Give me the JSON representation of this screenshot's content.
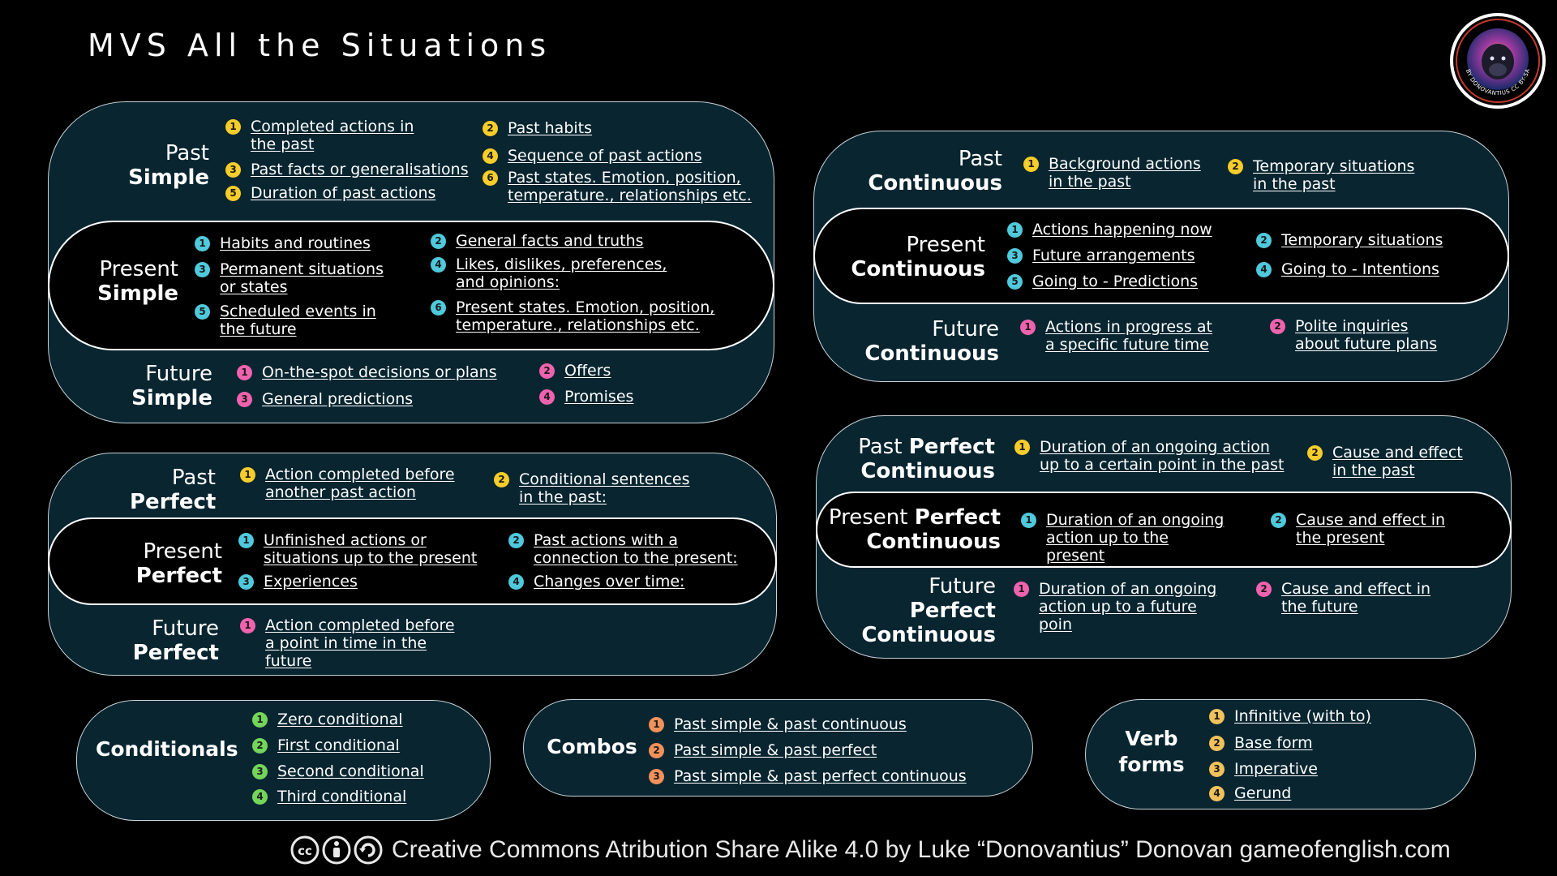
{
  "page": {
    "title": "MVS All the Situations"
  },
  "logo": {
    "text": "BY DONOVANTIUS CC BY-SA"
  },
  "colors": {
    "background": "#000000",
    "panel": "#082530",
    "yellow": "#f7cd2b",
    "cyan": "#4fc9dc",
    "pink": "#ef63ae",
    "green": "#73d65a",
    "orange": "#f2915a",
    "gold": "#f0c15c"
  },
  "simple": {
    "past": {
      "label1": "Past",
      "label2": "Simple",
      "items": [
        {
          "n": "1",
          "text": "Completed actions in the past"
        },
        {
          "n": "2",
          "text": "Past habits"
        },
        {
          "n": "3",
          "text": "Past facts or generalisations"
        },
        {
          "n": "4",
          "text": "Sequence of past actions"
        },
        {
          "n": "5",
          "text": "Duration of past actions"
        },
        {
          "n": "6",
          "text": "Past states. Emotion, position, temperature., relationships etc."
        }
      ]
    },
    "present": {
      "label1": "Present",
      "label2": "Simple",
      "items": [
        {
          "n": "1",
          "text": "Habits and routines"
        },
        {
          "n": "2",
          "text": "General facts and truths"
        },
        {
          "n": "3",
          "text": "Permanent situations or states"
        },
        {
          "n": "4",
          "text": "Likes, dislikes, preferences, and opinions:"
        },
        {
          "n": "5",
          "text": "Scheduled events in the future"
        },
        {
          "n": "6",
          "text": "Present states. Emotion, position, temperature., relationships etc."
        }
      ]
    },
    "future": {
      "label1": "Future",
      "label2": "Simple",
      "items": [
        {
          "n": "1",
          "text": " On-the-spot decisions or plans"
        },
        {
          "n": "2",
          "text": "Offers"
        },
        {
          "n": "3",
          "text": "General predictions"
        },
        {
          "n": "4",
          "text": "Promises"
        }
      ]
    }
  },
  "continuous": {
    "past": {
      "label1": "Past",
      "label2": "Continuous",
      "items": [
        {
          "n": "1",
          "text": "Background actions in the past"
        },
        {
          "n": "2",
          "text": "Temporary situations in the past"
        }
      ]
    },
    "present": {
      "label1": "Present",
      "label2": "Continuous",
      "items": [
        {
          "n": "1",
          "text": "Actions happening now"
        },
        {
          "n": "2",
          "text": "Temporary situations"
        },
        {
          "n": "3",
          "text": "Future arrangements"
        },
        {
          "n": "4",
          "text": "Going to - Intentions"
        },
        {
          "n": "5",
          "text": "Going to - Predictions"
        }
      ]
    },
    "future": {
      "label1": "Future",
      "label2": "Continuous",
      "items": [
        {
          "n": "1",
          "text": "Actions in progress at a specific future time"
        },
        {
          "n": "2",
          "text": "Polite inquiries about future plans"
        }
      ]
    }
  },
  "perfect": {
    "past": {
      "label1": "Past",
      "label2": "Perfect",
      "items": [
        {
          "n": "1",
          "text": "Action completed before another past action"
        },
        {
          "n": "2",
          "text": "Conditional sentences in the past:"
        }
      ]
    },
    "present": {
      "label1": "Present",
      "label2": "Perfect",
      "items": [
        {
          "n": "1",
          "text": "Unfinished actions or situations up to the present"
        },
        {
          "n": "2",
          "text": "Past actions with a connection to the present:"
        },
        {
          "n": "3",
          "text": "Experiences"
        },
        {
          "n": "4",
          "text": "Changes over time:"
        }
      ]
    },
    "future": {
      "label1": "Future",
      "label2": "Perfect",
      "items": [
        {
          "n": "1",
          "text": "Action completed before a point in time in the future"
        }
      ]
    }
  },
  "perfect_continuous": {
    "past": {
      "label1": "Past",
      "label1b": "Perfect",
      "label2": "Continuous",
      "items": [
        {
          "n": "1",
          "text": "Duration of an ongoing action up to a certain point in the past"
        },
        {
          "n": "2",
          "text": "Cause and effect in the past"
        }
      ]
    },
    "present": {
      "label1": "Present",
      "label1b": "Perfect",
      "label2": "Continuous",
      "items": [
        {
          "n": "1",
          "text": "Duration of an ongoing action up to the present"
        },
        {
          "n": "2",
          "text": "Cause and effect in the present"
        }
      ]
    },
    "future": {
      "label1": "Future",
      "label1b": "Perfect",
      "label2": "Continuous",
      "items": [
        {
          "n": "1",
          "text": "Duration of an ongoing action up to a future poin"
        },
        {
          "n": "2",
          "text": "Cause and effect in the future"
        }
      ]
    }
  },
  "conditionals": {
    "label": "Conditionals",
    "items": [
      {
        "n": "1",
        "text": "Zero conditional"
      },
      {
        "n": "2",
        "text": "First conditional"
      },
      {
        "n": "3",
        "text": "Second conditional"
      },
      {
        "n": "4",
        "text": "Third conditional"
      }
    ]
  },
  "combos": {
    "label": "Combos",
    "items": [
      {
        "n": "1",
        "text": "Past simple & past continuous"
      },
      {
        "n": "2",
        "text": "Past simple & past perfect"
      },
      {
        "n": "3",
        "text": "Past simple & past perfect continuous"
      }
    ]
  },
  "verb_forms": {
    "label1": "Verb",
    "label2": "forms",
    "items": [
      {
        "n": "1",
        "text": "Infinitive (with to)"
      },
      {
        "n": "2",
        "text": "Base form"
      },
      {
        "n": "3",
        "text": "Imperative"
      },
      {
        "n": "4",
        "text": "Gerund"
      }
    ]
  },
  "footer": {
    "icon_names": [
      "cc-icon",
      "attribution-icon",
      "share-alike-icon"
    ],
    "text": "Creative Commons Atribution Share Alike 4.0 by Luke “Donovantius” Donovan  gameofenglish.com"
  }
}
